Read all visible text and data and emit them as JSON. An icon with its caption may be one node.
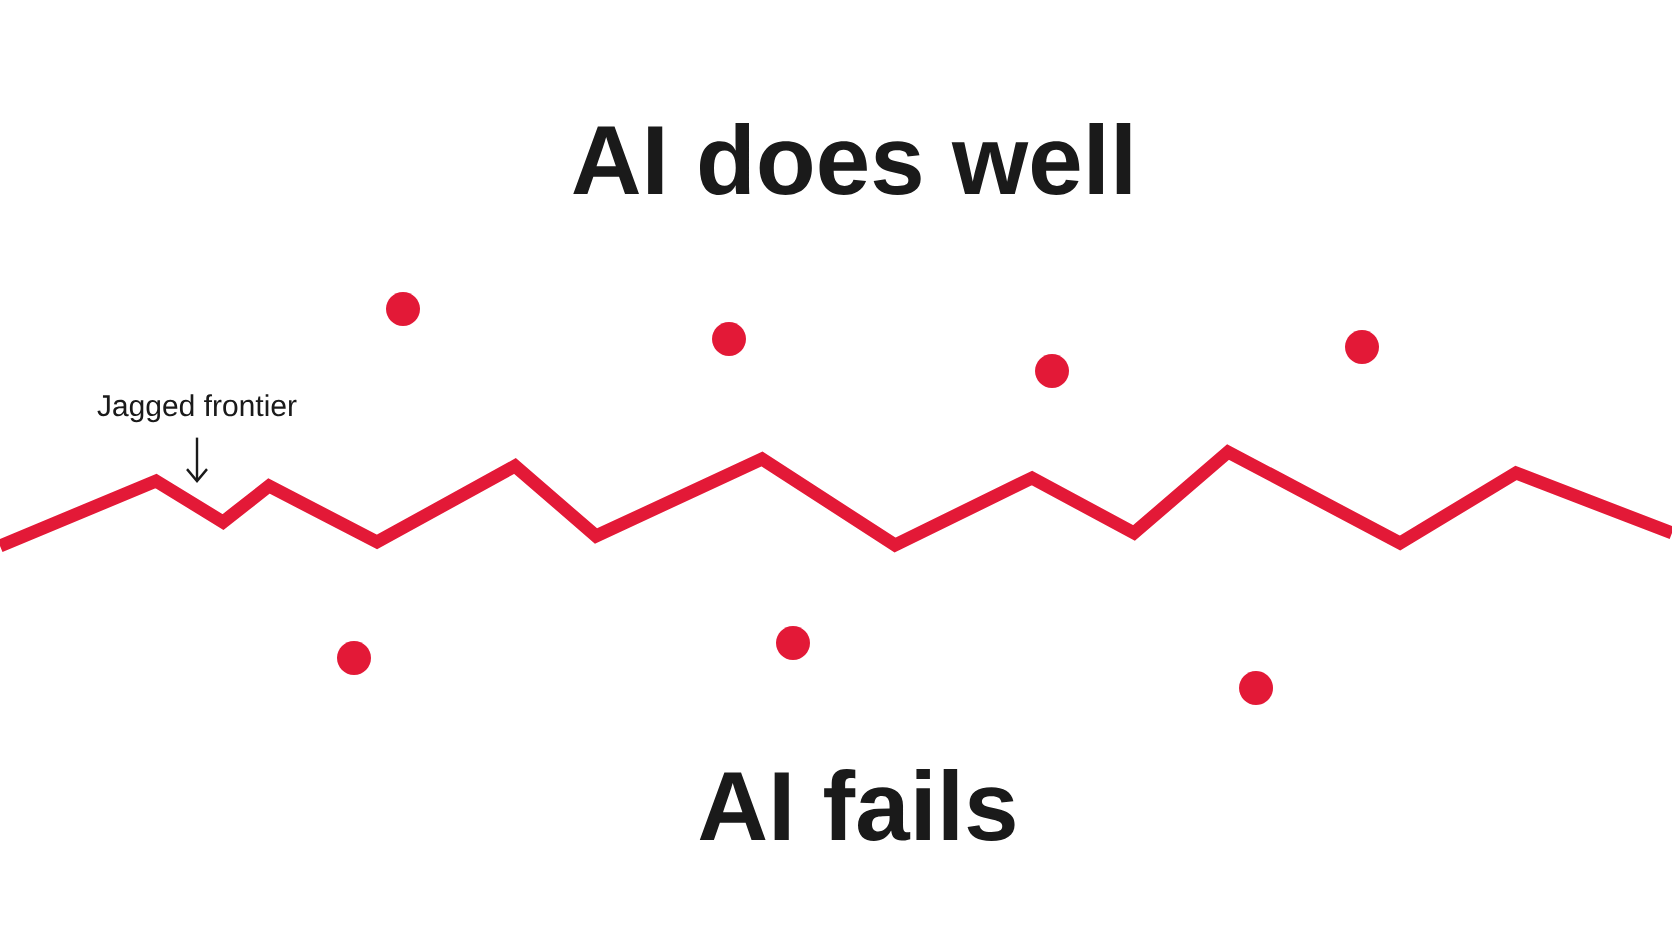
{
  "diagram": {
    "nodes": [
      {
        "text": [
          "Jagged frontier"
        ]
      },
      {
        "text": [],
        "shape": "line"
      }
    ],
    "edges": [
      {
        "from": 0,
        "to": 1,
        "arrow": "to"
      }
    ],
    "labels": [
      "AI does well",
      "AI fails"
    ]
  }
}
